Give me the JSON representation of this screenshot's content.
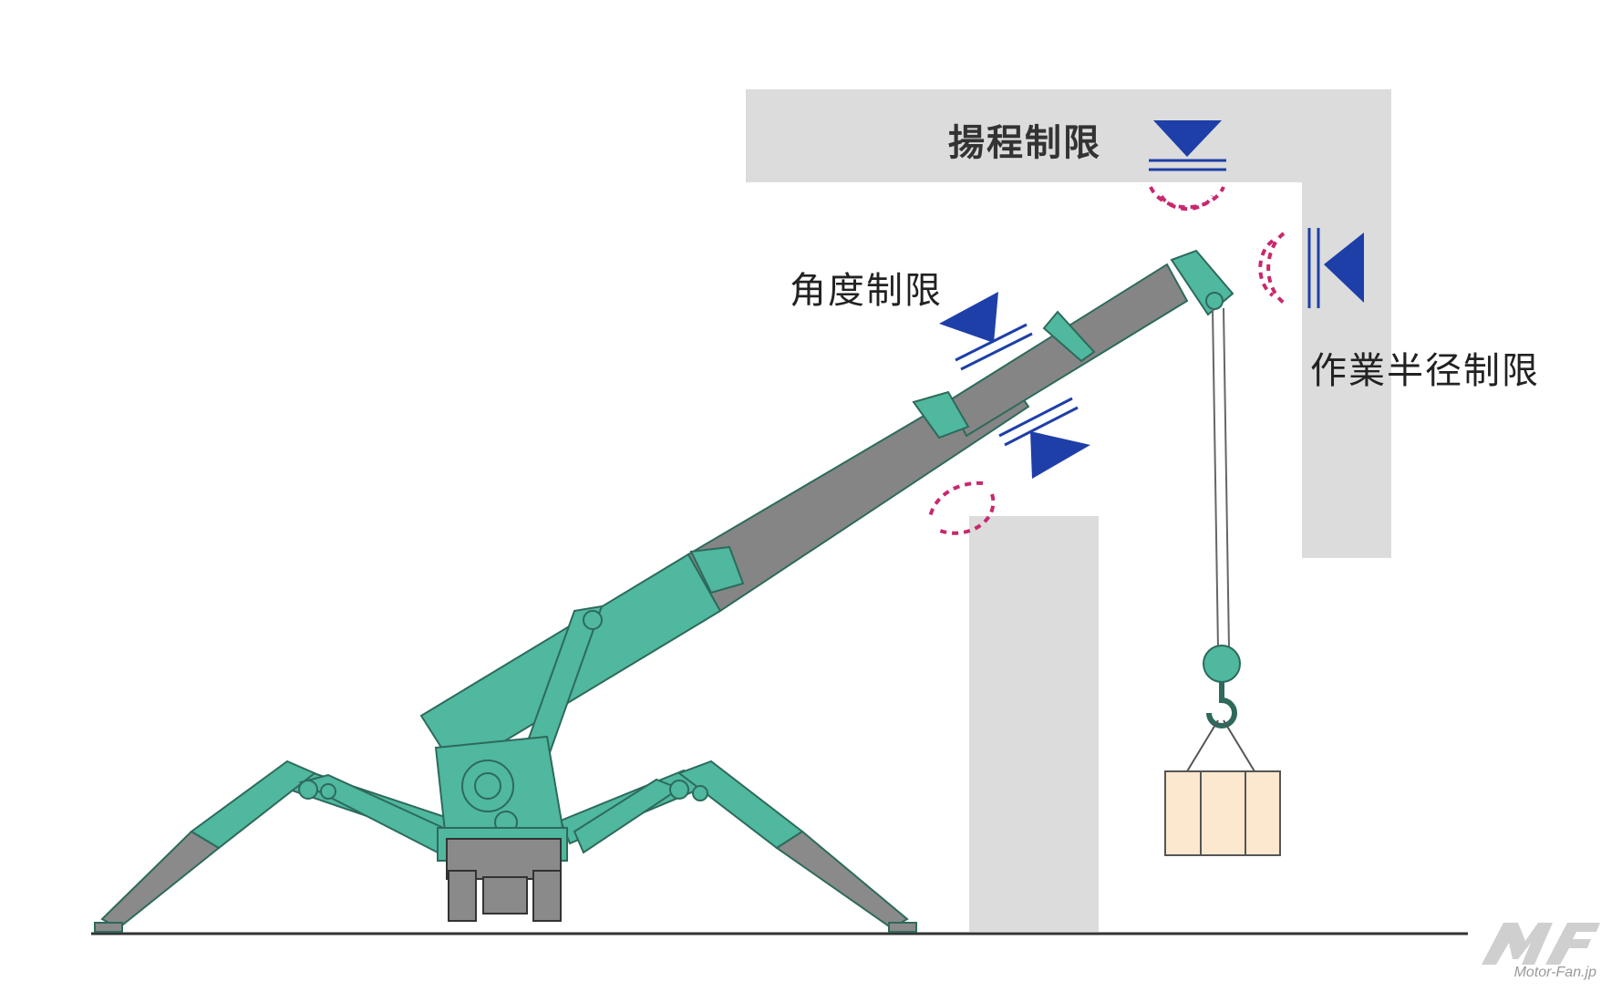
{
  "labels": {
    "height_limit": "揚程制限",
    "angle_limit": "角度制限",
    "radius_limit": "作業半径制限"
  },
  "brand": {
    "logo_text": "MF",
    "url": "Motor-Fan.jp"
  },
  "colors": {
    "crane_green": "#4fb89e",
    "boom_gray": "#858585",
    "wall_gray": "#dcdcdc",
    "limit_marker_blue": "#1e3fa8",
    "alert_arc_magenta": "#c8286e",
    "load_fill": "#fbe8cf",
    "ground_line": "#333333"
  }
}
